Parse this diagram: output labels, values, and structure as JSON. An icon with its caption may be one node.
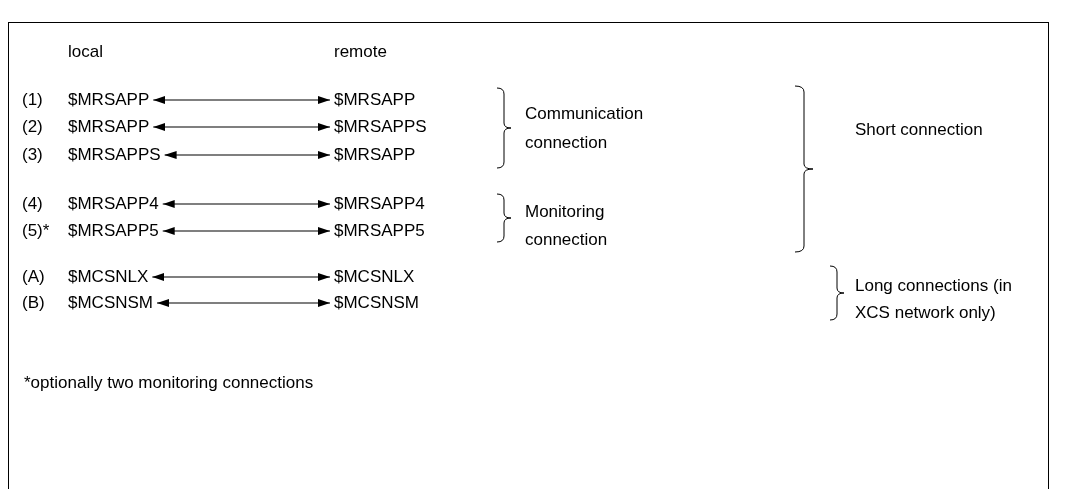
{
  "diagram": {
    "nodes": [
      {
        "text": [
          "$MRSAPP"
        ]
      },
      {
        "text": [
          "$MRSAPP"
        ]
      },
      {
        "text": [
          "$MRSAPP"
        ]
      },
      {
        "text": [
          "$MRSAPPS"
        ]
      },
      {
        "text": [
          "$MRSAPPS"
        ]
      },
      {
        "text": [
          "$MRSAPP"
        ]
      },
      {
        "text": [
          "$MRSAPP4"
        ]
      },
      {
        "text": [
          "$MRSAPP4"
        ]
      },
      {
        "text": [
          "$MRSAPP5"
        ]
      },
      {
        "text": [
          "$MRSAPP5"
        ]
      },
      {
        "text": [
          "$MCSNLX"
        ]
      },
      {
        "text": [
          "$MCSNLX"
        ]
      },
      {
        "text": [
          "$MCSNSM"
        ]
      },
      {
        "text": [
          "$MCSNSM"
        ]
      }
    ],
    "edges": [
      {
        "from": 0,
        "to": 1,
        "arrow": "both"
      },
      {
        "from": 2,
        "to": 3,
        "arrow": "both"
      },
      {
        "from": 4,
        "to": 5,
        "arrow": "both"
      },
      {
        "from": 6,
        "to": 7,
        "arrow": "both"
      },
      {
        "from": 8,
        "to": 9,
        "arrow": "both"
      },
      {
        "from": 10,
        "to": 11,
        "arrow": "both"
      },
      {
        "from": 12,
        "to": 13,
        "arrow": "both"
      }
    ],
    "labels": [
      "local",
      "remote",
      "(1)",
      "(2)",
      "(3)",
      "Communication connection",
      "Short connection",
      "(4)",
      "(5)*",
      "Monitoring connection",
      "(A)",
      "(B)",
      "Long connections (in XCS network only)",
      "*optionally two monitoring connections"
    ]
  }
}
